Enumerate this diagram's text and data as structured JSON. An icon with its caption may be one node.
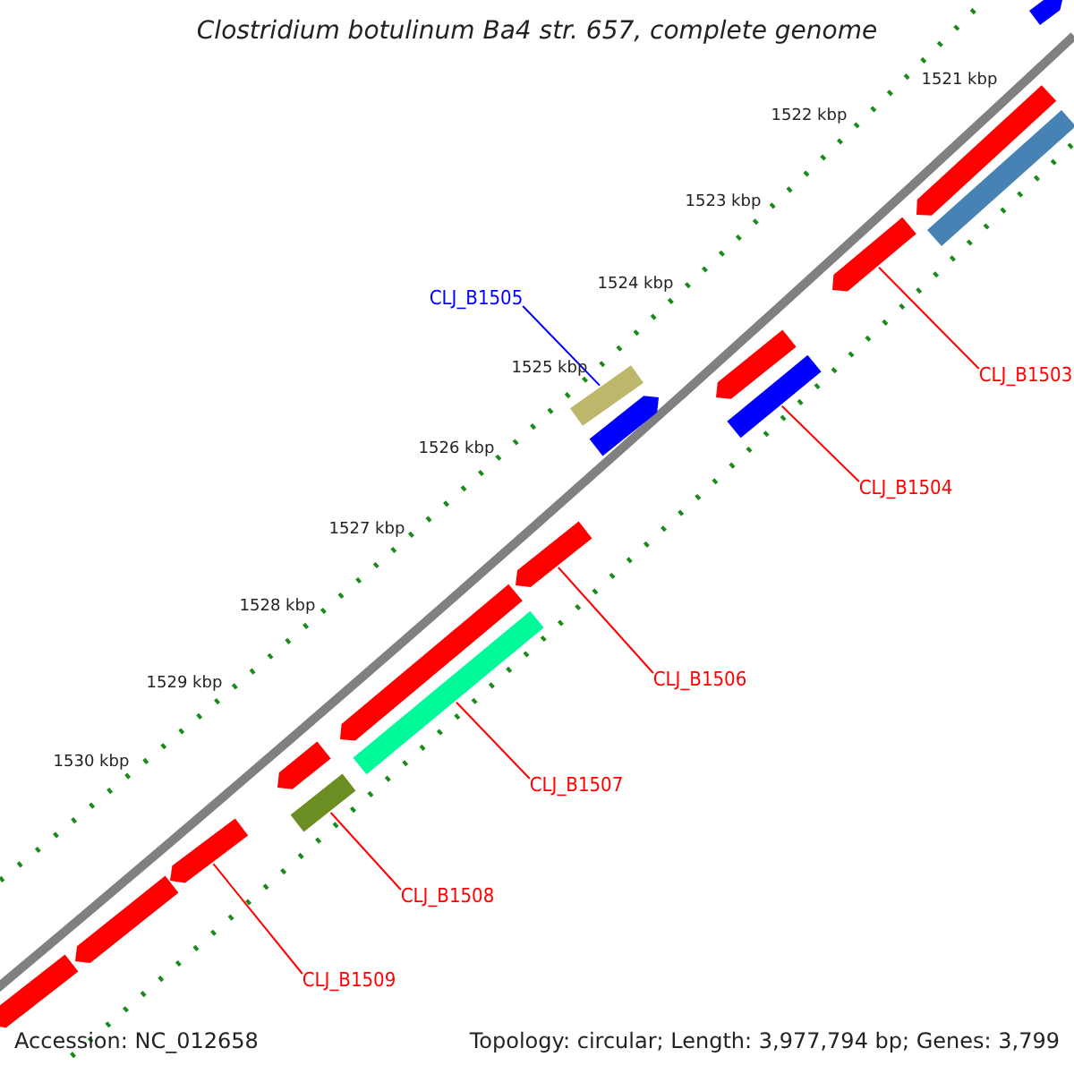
{
  "diagram": {
    "title": "Clostridium botulinum Ba4 str. 657, complete genome",
    "nodes": [
      {
        "text": [
          "CLJ_B1505"
        ]
      },
      {
        "text": [
          "CLJ_B1503"
        ]
      },
      {
        "text": [
          "CLJ_B1504"
        ]
      },
      {
        "text": [
          "CLJ_B1506"
        ]
      },
      {
        "text": [
          "CLJ_B1507"
        ]
      },
      {
        "text": [
          "CLJ_B1508"
        ]
      },
      {
        "text": [
          "CLJ_B1509"
        ]
      },
      {
        "text": [],
        "shape": "bar"
      },
      {
        "text": [],
        "shape": "bar"
      },
      {
        "text": [],
        "shape": "bar"
      },
      {
        "text": [],
        "shape": "bar"
      },
      {
        "text": [],
        "shape": "bar"
      },
      {
        "text": [],
        "shape": "bar"
      },
      {
        "text": [],
        "shape": "bar"
      },
      {
        "text": [],
        "shape": "bar"
      },
      {
        "text": [],
        "shape": "bar"
      },
      {
        "text": [],
        "shape": "bar"
      },
      {
        "text": [],
        "shape": "bar"
      },
      {
        "text": [],
        "shape": "bar"
      },
      {
        "text": [],
        "shape": "bar"
      },
      {
        "text": [],
        "shape": "bar"
      },
      {
        "text": [],
        "shape": "bar"
      },
      {
        "text": [],
        "shape": "bar"
      }
    ],
    "edges": [
      {
        "from": 0,
        "to": 13,
        "arrow": "none",
        "color": "#0000ff"
      },
      {
        "from": 1,
        "to": 10,
        "arrow": "none"
      },
      {
        "from": 2,
        "to": 12,
        "arrow": "none"
      },
      {
        "from": 3,
        "to": 15,
        "arrow": "none"
      },
      {
        "from": 4,
        "to": 17,
        "arrow": "none"
      },
      {
        "from": 5,
        "to": 19,
        "arrow": "none"
      },
      {
        "from": 6,
        "to": 20,
        "arrow": "none"
      }
    ],
    "labels": [
      "1521 kbp",
      "1522 kbp",
      "1523 kbp",
      "1524 kbp",
      "1525 kbp",
      "1526 kbp",
      "1527 kbp",
      "1528 kbp",
      "1529 kbp",
      "1530 kbp",
      "Accession: NC_012658",
      "Topology: circular; Length: 3,977,794 bp; Genes: 3,799"
    ]
  }
}
